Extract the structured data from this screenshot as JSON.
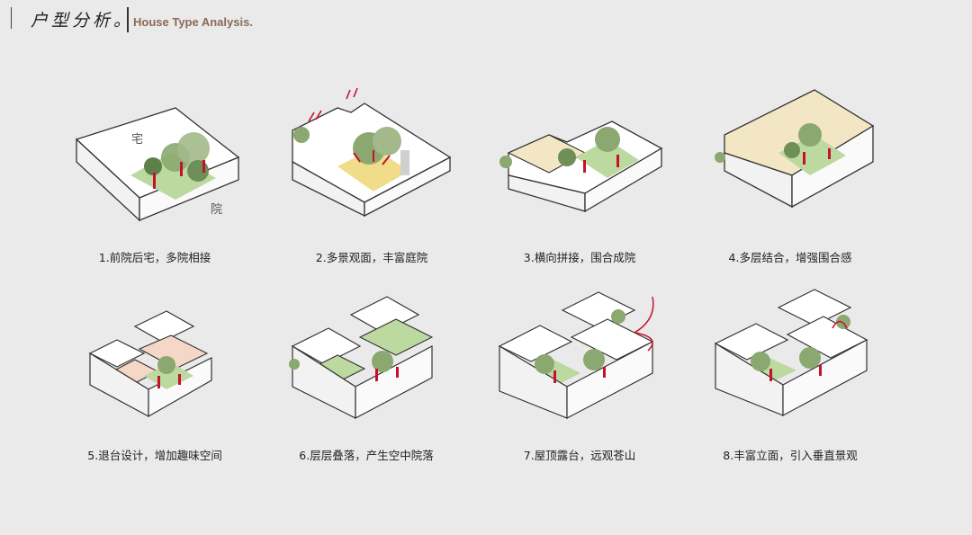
{
  "header": {
    "title_cn": "户型分析。",
    "title_en": "House Type Analysis."
  },
  "diagrams": [
    {
      "caption": "1.前院后宅，多院相接",
      "label_house": "宅",
      "label_yard": "院"
    },
    {
      "caption": "2.多景观面，丰富庭院"
    },
    {
      "caption": "3.横向拼接，围合成院"
    },
    {
      "caption": "4.多层结合，增强围合感"
    },
    {
      "caption": "5.退台设计，增加趣味空间"
    },
    {
      "caption": "6.层层叠落，产生空中院落"
    },
    {
      "caption": "7.屋顶露台，远观苍山"
    },
    {
      "caption": "8.丰富立面，引入垂直景观"
    }
  ],
  "colors": {
    "background": "#eaeaea",
    "outline": "#333333",
    "face_white": "#ffffff",
    "face_side": "#f2f2f2",
    "lawn": "#bcd9a0",
    "tree": "#8aa86f",
    "tree_dark": "#5f7f4a",
    "accent_red": "#c8102e",
    "yellow": "#f1dc8a",
    "cream": "#f3e6c4",
    "peach": "#f4d7c6",
    "title_en": "#8a6a55"
  }
}
